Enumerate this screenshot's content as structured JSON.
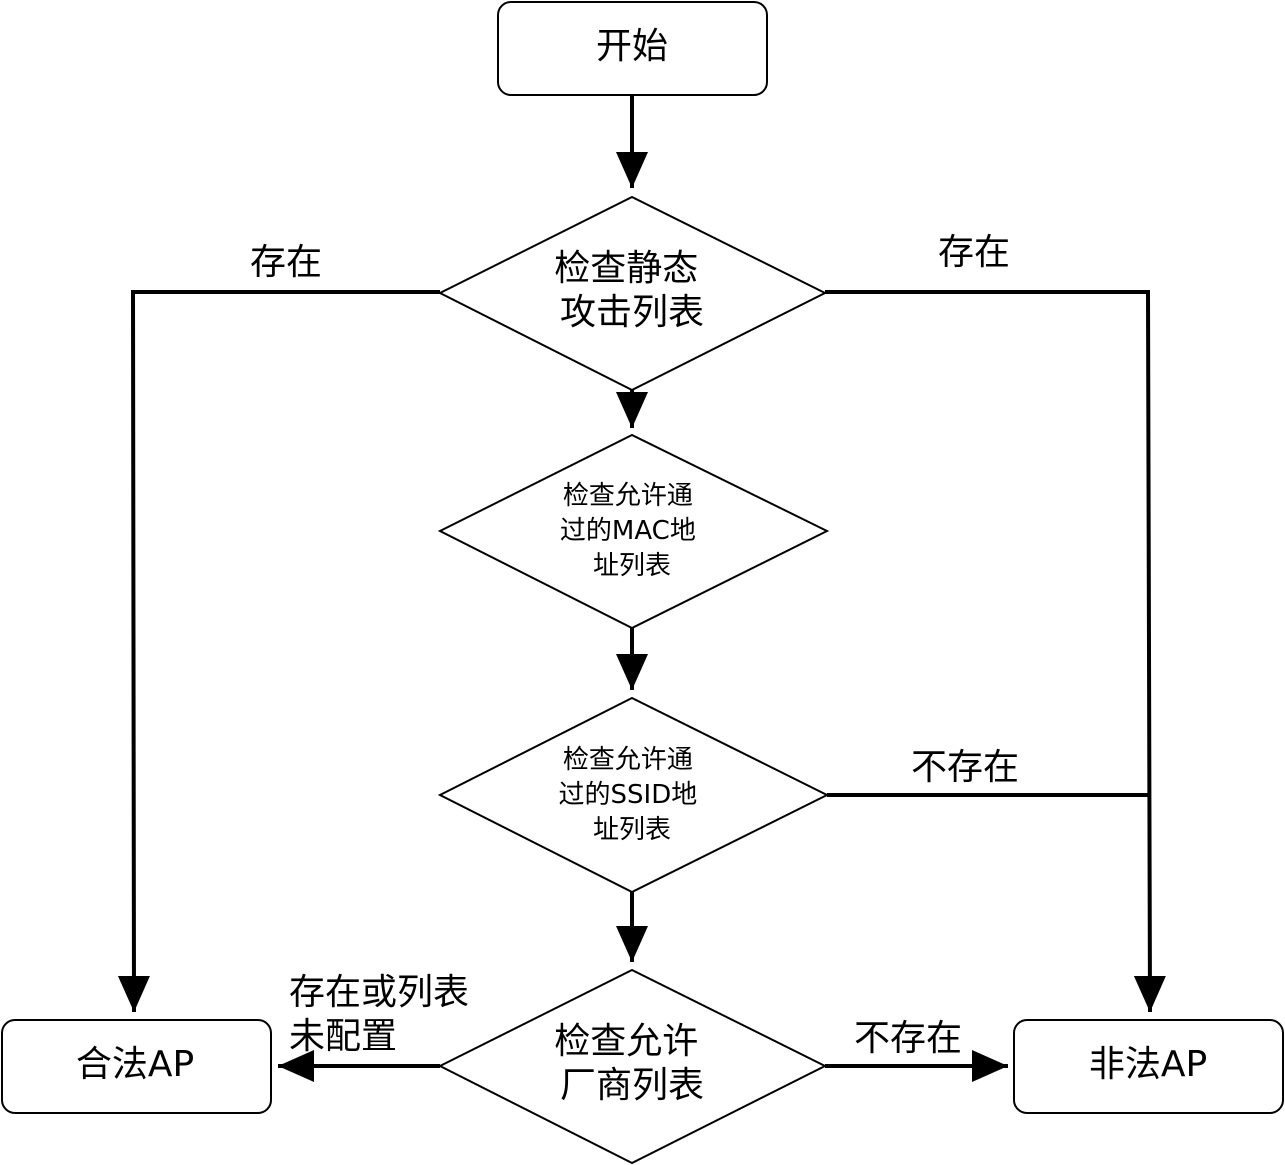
{
  "diagram": {
    "nodes": {
      "start": {
        "lines": [
          "开始"
        ]
      },
      "static_attack": {
        "lines": [
          "检查静态",
          "攻击列表"
        ]
      },
      "mac_list": {
        "lines": [
          "检查允许通",
          "过的MAC地",
          "址列表"
        ]
      },
      "ssid_list": {
        "lines": [
          "检查允许通",
          "过的SSID地",
          "址列表"
        ]
      },
      "vendor_list": {
        "lines": [
          "检查允许",
          "厂商列表"
        ]
      },
      "legal_ap": {
        "lines": [
          "合法AP"
        ]
      },
      "illegal_ap": {
        "lines": [
          "非法AP"
        ]
      }
    },
    "edge_labels": {
      "static_exists_left": [
        "存在"
      ],
      "static_exists_right": [
        "存在"
      ],
      "ssid_not_exists": [
        "不存在"
      ],
      "vendor_exists_or_unconfigured": [
        "存在或列表",
        "未配置"
      ],
      "vendor_not_exists": [
        "不存在"
      ]
    }
  }
}
